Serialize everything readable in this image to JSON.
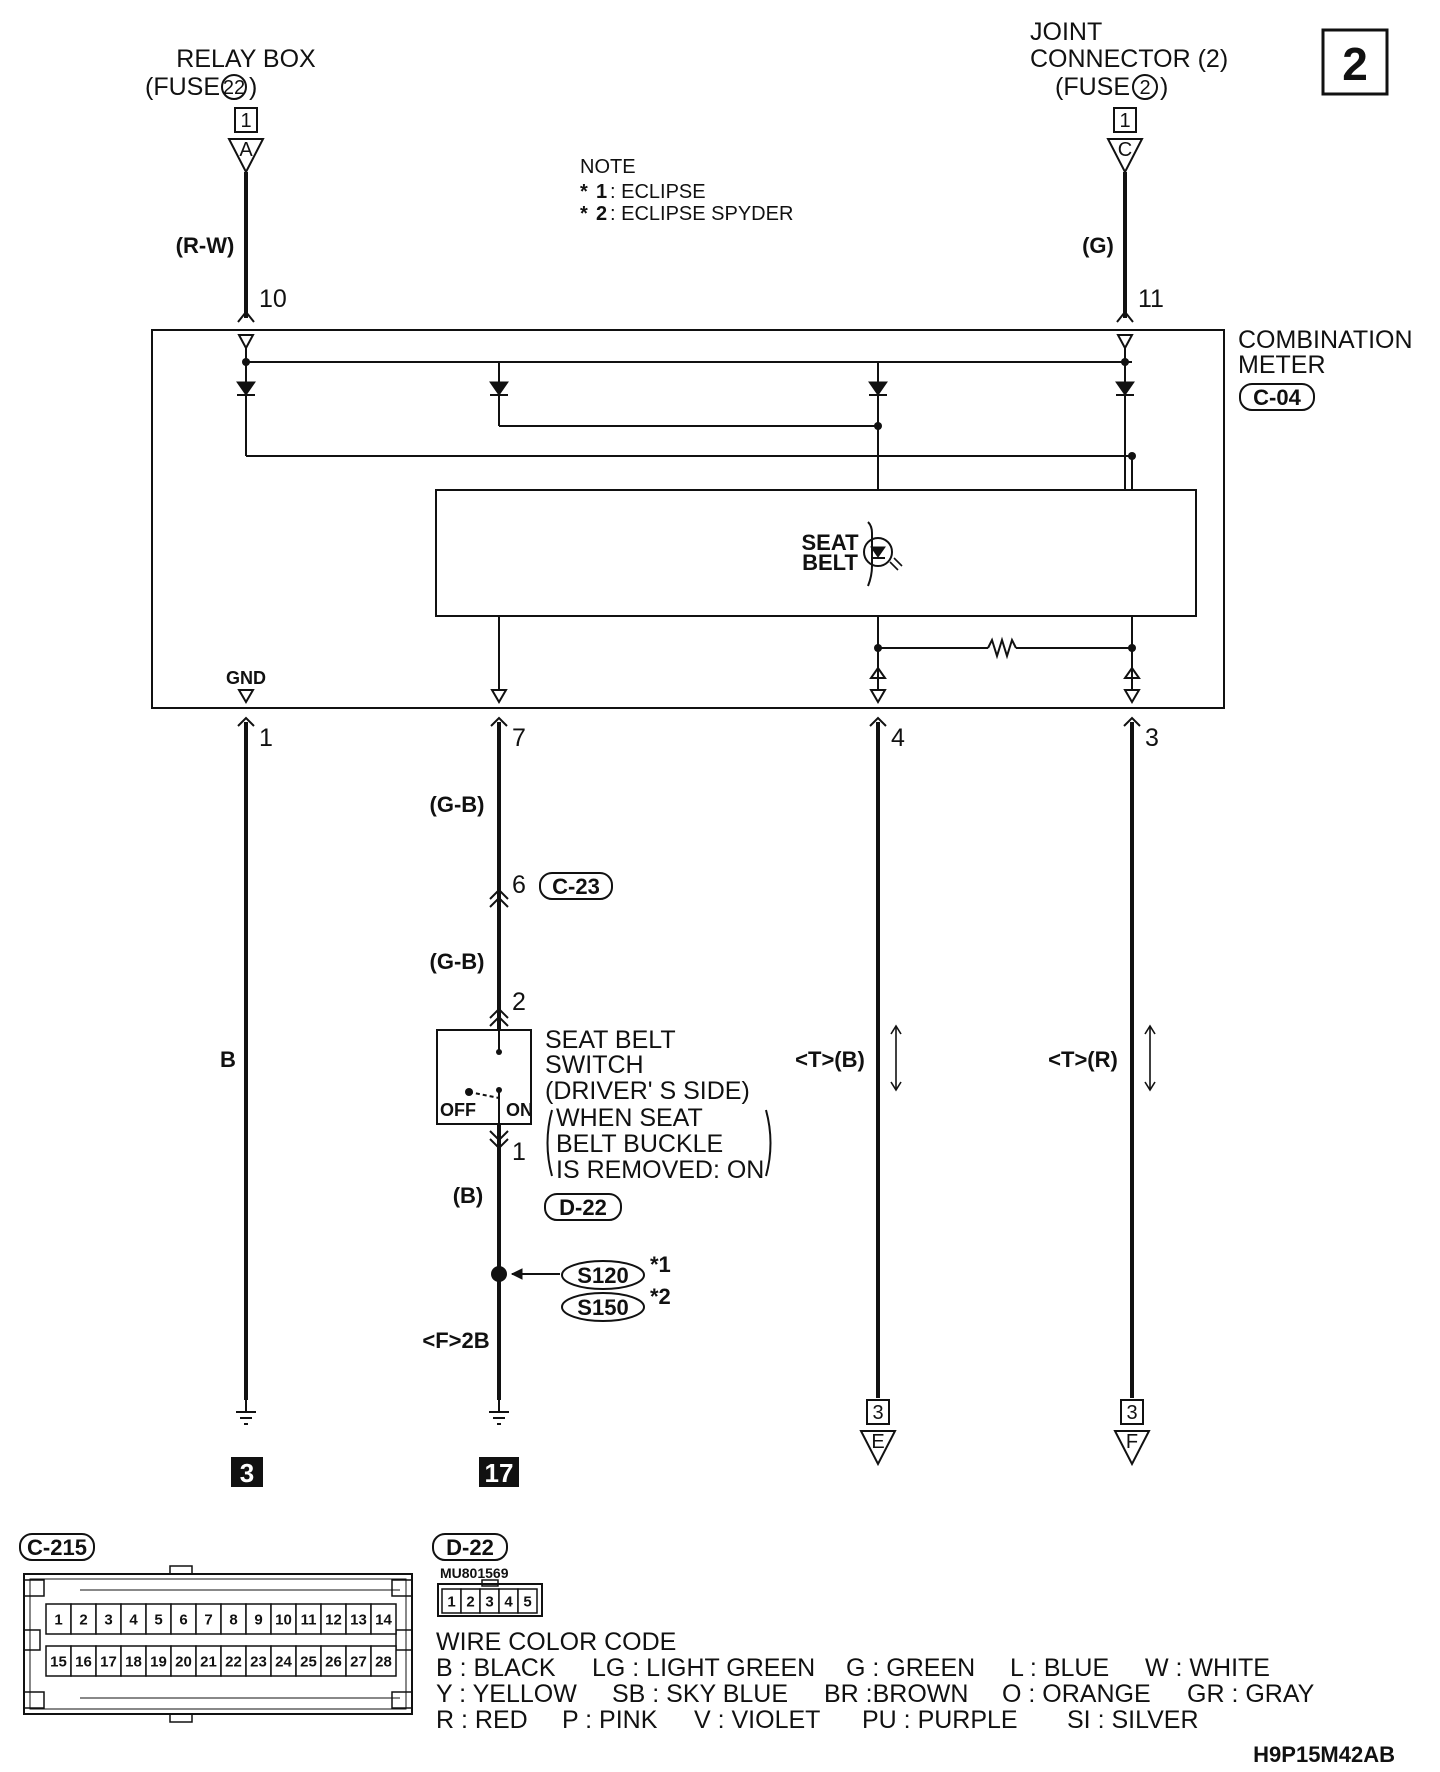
{
  "page_number": "2",
  "figure_id": "H9P15M42AB",
  "sources": {
    "relay_box": {
      "line1": "RELAY BOX",
      "line2": "(FUSE",
      "fuse": "22",
      "close": ")",
      "box": "1",
      "conn": "A",
      "wire": "(R-W)",
      "pin": "10"
    },
    "joint_connector": {
      "line1": "JOINT",
      "line2": "CONNECTOR (2)",
      "line3": "(FUSE",
      "fuse": "2",
      "close": ")",
      "box": "1",
      "conn": "C",
      "wire": "(G)",
      "pin": "11"
    }
  },
  "note": {
    "title": "NOTE",
    "star": "*",
    "items": [
      {
        "n": "1",
        "text": ": ECLIPSE"
      },
      {
        "n": "2",
        "text": ": ECLIPSE SPYDER"
      }
    ]
  },
  "combination_meter": {
    "line1": "COMBINATION",
    "line2": "METER",
    "connector": "C-04",
    "gnd": "GND",
    "lamp_line1": "SEAT",
    "lamp_line2": "BELT"
  },
  "pins": {
    "p1": "1",
    "p7": "7",
    "p4": "4",
    "p3": "3"
  },
  "wires": {
    "b": "B",
    "gb1": "(G-B)",
    "gb2": "(G-B)",
    "b2": "(B)",
    "f2b": "<F>2B",
    "tb": "<T>(B)",
    "tr": "<T>(R)"
  },
  "intermediate_connector": {
    "pin": "6",
    "label": "C-23"
  },
  "switch": {
    "pin_top": "2",
    "pin_bottom": "1",
    "off": "OFF",
    "on": "ON",
    "line1": "SEAT BELT",
    "line2": "SWITCH",
    "line3": "(DRIVER' S SIDE)",
    "cond1": "WHEN SEAT",
    "cond2": "BELT BUCKLE",
    "cond3": "IS REMOVED: ON",
    "connector": "D-22"
  },
  "splices": [
    {
      "label": "S120",
      "star": "*1"
    },
    {
      "label": "S150",
      "star": "*2"
    }
  ],
  "grounds": [
    {
      "label": "3"
    },
    {
      "label": "17"
    }
  ],
  "continuations": [
    {
      "box": "3",
      "conn": "E"
    },
    {
      "box": "3",
      "conn": "F"
    }
  ],
  "connector_views": {
    "c215": {
      "label": "C-215",
      "top_row": [
        "1",
        "2",
        "3",
        "4",
        "5",
        "6",
        "7",
        "8",
        "9",
        "10",
        "11",
        "12",
        "13",
        "14"
      ],
      "bottom_row": [
        "15",
        "16",
        "17",
        "18",
        "19",
        "20",
        "21",
        "22",
        "23",
        "24",
        "25",
        "26",
        "27",
        "28"
      ]
    },
    "d22": {
      "label": "D-22",
      "part": "MU801569",
      "pins": [
        "1",
        "2",
        "3",
        "4",
        "5"
      ]
    }
  },
  "legend": {
    "title": "WIRE COLOR CODE",
    "rows": [
      [
        "B : BLACK",
        "LG : LIGHT GREEN",
        "G : GREEN",
        "L : BLUE",
        "W : WHITE"
      ],
      [
        "Y : YELLOW",
        "SB : SKY BLUE",
        "BR :BROWN",
        "O : ORANGE",
        "GR : GRAY"
      ],
      [
        "R : RED",
        "P : PINK",
        "V : VIOLET",
        "PU : PURPLE",
        "SI : SILVER"
      ]
    ]
  }
}
